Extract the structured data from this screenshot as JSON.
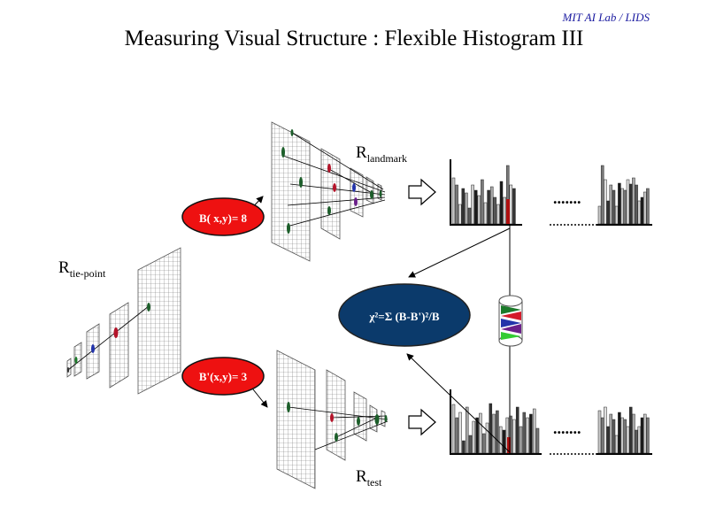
{
  "header": {
    "affiliation": "MIT AI Lab / LIDS",
    "title": "Measuring Visual Structure : Flexible Histogram III"
  },
  "labels": {
    "landmark_main": "R",
    "landmark_sub": "landmark",
    "tie_main": "R",
    "tie_sub": "tie-point",
    "test_main": "R",
    "test_sub": "test"
  },
  "ovals": {
    "b_top": "B( x,y)= 8",
    "b_bottom": "B'(x,y)= 3",
    "chi": "χ²=Σ (B-B')²/B"
  },
  "ellipsis": {
    "top": ".......",
    "bottom": "......."
  },
  "colors": {
    "red_oval": "#ee1111",
    "navy_oval": "#0b3a6b",
    "grid": "#777777",
    "bar_gray": "#a0a0a0",
    "bar_dark": "#3a3a3a"
  }
}
